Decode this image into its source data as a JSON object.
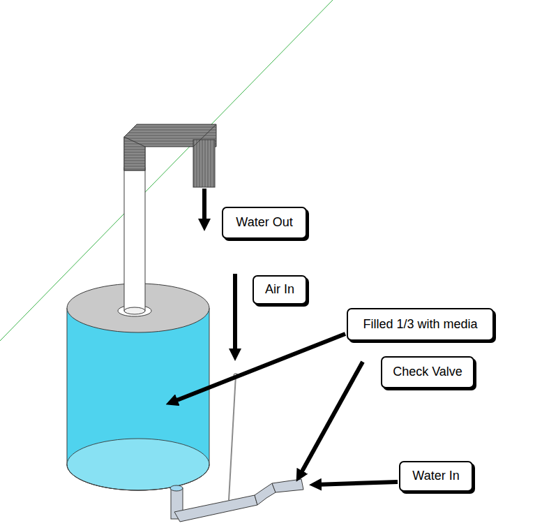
{
  "diagram": {
    "nodes": [
      {
        "text": [
          "Water Out"
        ]
      },
      {
        "text": [
          "Air In"
        ]
      },
      {
        "text": [
          "Filled 1/3 with media"
        ]
      },
      {
        "text": [
          "Check Valve"
        ]
      },
      {
        "text": [
          "Water In"
        ]
      }
    ]
  }
}
